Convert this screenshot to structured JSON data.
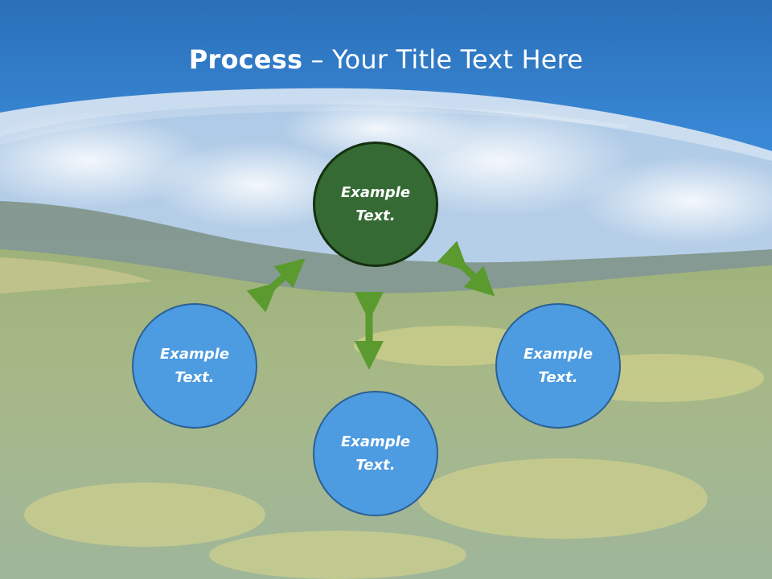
{
  "title": {
    "bold": "Process",
    "rest": " – Your Title Text Here"
  },
  "nodes": {
    "top": "Example\nText.",
    "left": "Example\nText.",
    "right": "Example\nText.",
    "bottom": "Example\nText."
  },
  "colors": {
    "header_blue": "#2f7fd0",
    "center_node": "#356a34",
    "outer_node": "#4d9be0",
    "arrow_green": "#5a9a2f"
  }
}
